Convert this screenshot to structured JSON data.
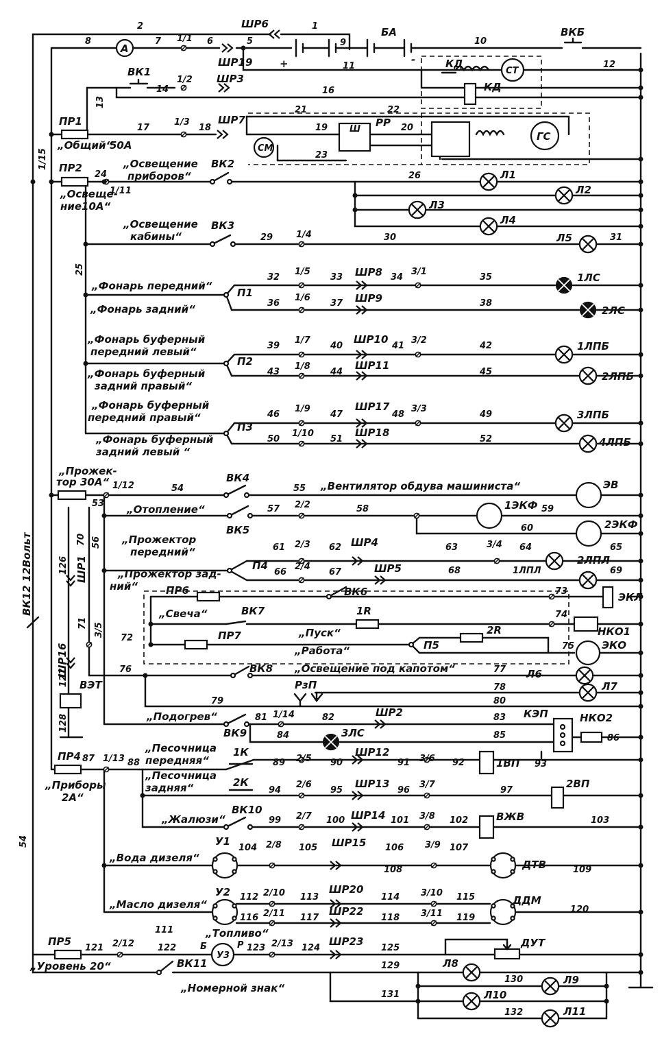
{
  "top_wires": {
    "n1": "1",
    "n2": "2",
    "n5": "5",
    "n6": "6",
    "n7": "7",
    "n8": "8",
    "n9": "9",
    "n10": "10",
    "n11": "11",
    "n12": "12"
  },
  "top_labels": {
    "shr6": "ШР6",
    "shr19": "ШР19",
    "ba": "БА",
    "vkb": "ВКБ",
    "ammeter": "А",
    "plus": "+",
    "minus": "-",
    "t11": "1/1"
  },
  "starter": {
    "kd1": "КД",
    "kd2": "КД",
    "st": "СТ"
  },
  "vk1_row": {
    "vk1": "ВК1",
    "n14": "14",
    "t12": "1/2",
    "shr3": "ШР3",
    "n16": "16",
    "n13": "13"
  },
  "gen_row": {
    "pr1": "ПР1",
    "n17": "17",
    "t13": "1/3",
    "n18": "18",
    "shr7": "ШР7",
    "n21": "21",
    "n22": "22",
    "n19": "19",
    "rr": "РР",
    "sh": "Ш",
    "n20": "20",
    "n23": "23",
    "sm": "СМ",
    "gs": "ГС",
    "obshiy": "„Общий“",
    "a50": "50А"
  },
  "lighting": {
    "pr2": "ПР2",
    "n24": "24",
    "t111": "1/11",
    "osv_pr_1": "„Освещение",
    "osv_pr_2": "приборов“",
    "vk2": "ВК2",
    "osv10a_1": "„Освеще-",
    "osv10a_2": "ние10А“",
    "n26": "26",
    "l1": "Л1",
    "l2": "Л2",
    "l3": "Л3",
    "l4": "Л4",
    "t115": "1/15",
    "kab_1": "„Освещение",
    "kab_2": "кабины“",
    "vk3": "ВК3",
    "n29": "29",
    "t14": "1/4",
    "n30": "30",
    "l5": "Л5",
    "n31": "31",
    "n25": "25"
  },
  "markers": {
    "front": "„Фонарь передний“",
    "back": "„Фонарь задний“",
    "p1": "П1",
    "n32": "32",
    "t15": "1/5",
    "n33": "33",
    "shr8": "ШР8",
    "n34": "34",
    "t31": "3/1",
    "n35": "35",
    "ls1": "1ЛС",
    "n36": "36",
    "t16": "1/6",
    "n37": "37",
    "shr9": "ШР9",
    "n38": "38",
    "ls2": "2ЛС",
    "fb_pl_1": "„Фонарь буферный",
    "fb_pl_2": "передний левый“",
    "p2": "П2",
    "n39": "39",
    "t17": "1/7",
    "n40": "40",
    "shr10": "ШР10",
    "n41": "41",
    "t32": "3/2",
    "n42": "42",
    "lpb1": "1ЛПБ",
    "fb_zp_1": "„Фонарь буферный",
    "fb_zp_2": "задний правый“",
    "n43": "43",
    "t18": "1/8",
    "n44": "44",
    "shr11": "ШР11",
    "n45": "45",
    "lpb2": "2ЛПБ",
    "fb_pp_1": "„Фонарь буферный",
    "fb_pp_2": "передний правый“",
    "p3": "П3",
    "n46": "46",
    "t19": "1/9",
    "n47": "47",
    "shr17": "ШР17",
    "n48": "48",
    "t33": "3/3",
    "n49": "49",
    "lpb3": "3ЛПБ",
    "fb_zl_1": "„Фонарь буферный",
    "fb_zl_2": "задний левый “",
    "n50": "50",
    "t110": "1/10",
    "n51": "51",
    "shr18": "ШР18",
    "n52": "52",
    "lpb4": "4ЛПБ"
  },
  "middle": {
    "proj_1": "„Прожек-",
    "proj_2": "тор 30А“",
    "t112": "1/12",
    "n54": "54",
    "vk4": "ВК4",
    "n55": "55",
    "fan": "„Вентилятор обдува машиниста“",
    "ev": "ЭВ",
    "n53": "53",
    "heat": "„Отопление“",
    "vk5": "ВК5",
    "n57": "57",
    "t22": "2/2",
    "n58": "58",
    "kf1": "1ЭКФ",
    "n59": "59",
    "n60": "60",
    "kf2": "2ЭКФ",
    "n56": "56",
    "pf_1": "„Прожектор",
    "pf_2": "передний“",
    "n61": "61",
    "t23": "2/3",
    "n62": "62",
    "shr4": "ШР4",
    "n63": "63",
    "t34": "3/4",
    "n64": "64",
    "lpl1": "1ЛПЛ",
    "n65": "65",
    "pz_1": "„Прожектор зад-",
    "pz_2": "ний“",
    "p4": "П4",
    "n66": "66",
    "t24": "2/4",
    "n67": "67",
    "shr5": "ШР5",
    "n68": "68",
    "lpl2": "2ЛПЛ",
    "n69": "69",
    "n70": "70",
    "shr1": "ШР1",
    "n126": "126",
    "pr6": "ПР6",
    "vk6": "ВК6",
    "n73": "73",
    "ekl": "ЭКЛ",
    "svecha": "„Свеча“",
    "vk7": "ВК7",
    "r1": "1R",
    "n74": "74",
    "nko1": "НКО1",
    "n71": "71",
    "t35": "3/5",
    "n72": "72",
    "pr7": "ПР7",
    "pusk": "„Пуск“",
    "r2": "2R",
    "rabota": "„Работа“",
    "p5": "П5",
    "n75": "75",
    "eko": "ЭКО",
    "vk12": "ВК12 12Вольт",
    "shr16": "ШР16",
    "n76": "76",
    "vk8": "ВК8",
    "kapot": "„Освещение под капотом“",
    "n77": "77",
    "l6": "Л6",
    "l7": "Л7",
    "n78": "78",
    "n127": "127",
    "vet": "ВЭТ",
    "rzp": "РзП",
    "n79": "79",
    "n80": "80",
    "n128": "128",
    "podogrev": "„Подогрев“",
    "n81": "81",
    "t114": "1/14",
    "n82": "82",
    "shr2": "ШР2",
    "n83": "83",
    "kep": "КЭП",
    "nko2": "НКО2",
    "n86": "86",
    "vk9": "ВК9",
    "n84": "84",
    "zls": "3ЛС",
    "n85": "85"
  },
  "lower": {
    "pr4": "ПР4",
    "n87": "87",
    "t113": "1/13",
    "n88": "88",
    "pribory_1": "„Приборы",
    "pribory_2": "2А“",
    "ps_p_1": "„Песочница",
    "ps_p_2": "передняя“",
    "k1": "1К",
    "n89": "89",
    "t25": "2/5",
    "n90": "90",
    "shr12": "ШР12",
    "n91": "91",
    "t36": "3/6",
    "n92": "92",
    "vp1": "1ВП",
    "n93": "93",
    "ps_z_1": "„Песочница",
    "ps_z_2": "задняя“",
    "k2": "2К",
    "n94": "94",
    "t26": "2/6",
    "n95": "95",
    "shr13": "ШР13",
    "n96": "96",
    "t37": "3/7",
    "n97": "97",
    "vp2": "2ВП",
    "zhalyuzi": "„Жалюзи“",
    "vk10": "ВК10",
    "n99": "99",
    "t27": "2/7",
    "n100": "100",
    "shr14": "ШР14",
    "n101": "101",
    "t38": "3/8",
    "n102": "102",
    "vzhv": "ВЖВ",
    "n103": "103",
    "voda": "„Вода дизеля“",
    "u1": "У1",
    "n104": "104",
    "t28": "2/8",
    "n105": "105",
    "shr15": "ШР15",
    "n106": "106",
    "t39": "3/9",
    "n107": "107",
    "dtv": "ДТВ",
    "n108": "108",
    "n109": "109",
    "maslo": "„Масло дизеля“",
    "u2": "У2",
    "n112": "112",
    "t210": "2/10",
    "n113": "113",
    "shr20": "ШР20",
    "n114": "114",
    "t310": "3/10",
    "n115": "115",
    "ddm": "ДДМ",
    "n120": "120",
    "n116": "116",
    "t211": "2/11",
    "n117": "117",
    "shr22": "ШР22",
    "n118": "118",
    "t311": "3/11",
    "n119": "119",
    "n111": "111",
    "n54b": "54",
    "toplivo": "„Топливо“",
    "b": "Б",
    "r": "Р",
    "u3": "У3",
    "n123": "123",
    "t213": "2/13",
    "n124": "124",
    "shr23": "ШР23",
    "n125": "125",
    "dut": "ДУТ",
    "pr5": "ПР5",
    "n121": "121",
    "t212": "2/12",
    "n122": "122",
    "uroven": "„Уровень 20“",
    "vk11": "ВК11",
    "n129": "129",
    "l8": "Л8",
    "n130": "130",
    "l9": "Л9",
    "nomer": "„Номерной знак“",
    "n131": "131",
    "l10": "Л10",
    "n132": "132",
    "l11": "Л11"
  }
}
